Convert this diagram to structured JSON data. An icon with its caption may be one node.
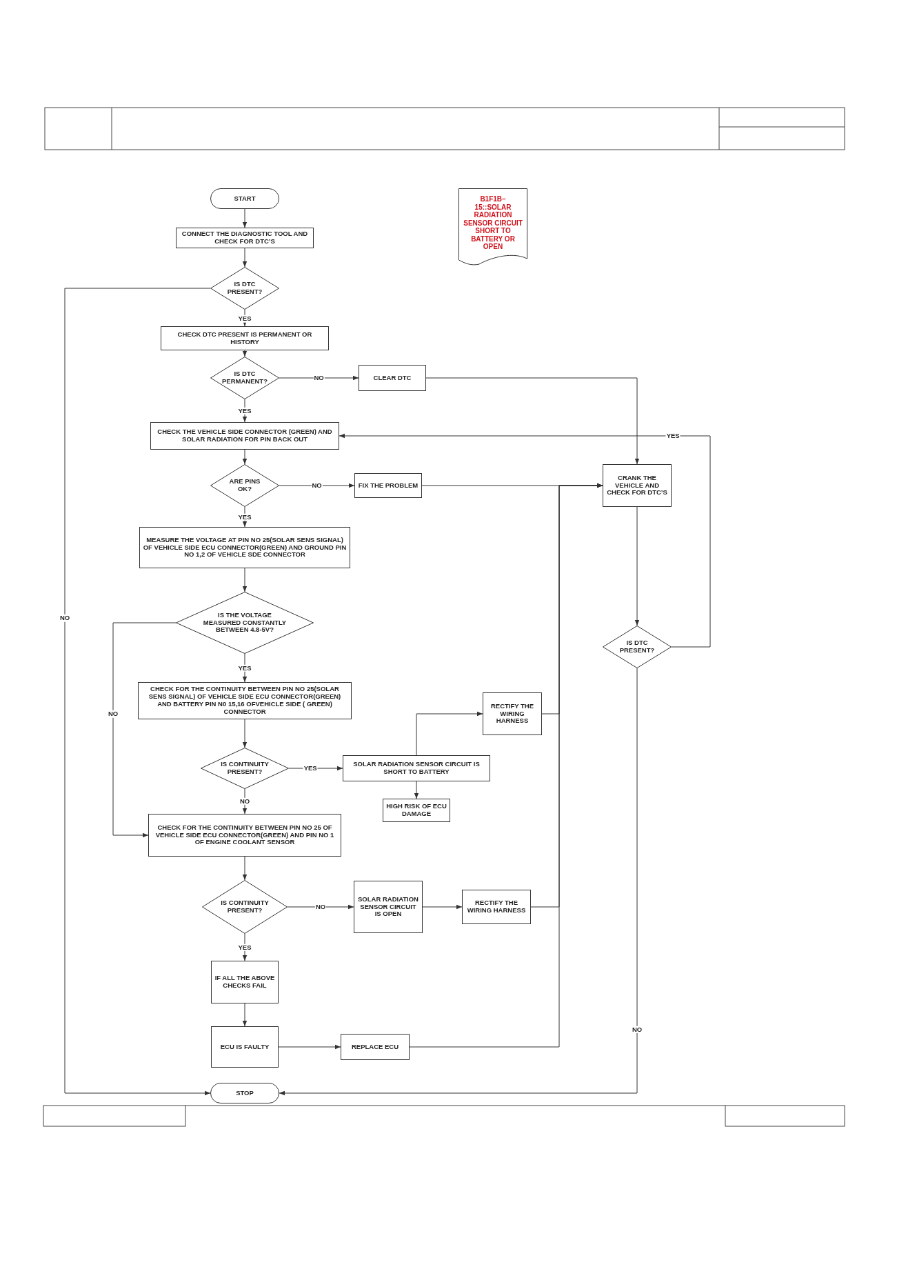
{
  "diagram": {
    "nodes": [
      {
        "text": [
          "START"
        ]
      },
      {
        "text": [
          "CONNECT THE DIAGNOSTIC TOOL AND CHECK FOR  DTC’S"
        ]
      },
      {
        "text": [
          "IS  DTC PRESENT?"
        ]
      },
      {
        "text": [
          "CHECK DTC  PRESENT IS PERMANENT OR HISTORY"
        ]
      },
      {
        "text": [
          "IS  DTC PERMANENT?"
        ]
      },
      {
        "text": [
          "CLEAR DTC"
        ]
      },
      {
        "text": [
          "CHECK THE VEHICLE SIDE CONNECTOR (GREEN) AND SOLAR RADIATION FOR PIN BACK OUT"
        ]
      },
      {
        "text": [
          "ARE PINS OK?"
        ]
      },
      {
        "text": [
          "FIX THE PROBLEM"
        ]
      },
      {
        "text": [
          "CRANK THE VEHICLE AND CHECK FOR DTC’S"
        ]
      },
      {
        "text": [
          "MEASURE THE VOLTAGE AT PIN NO 25(SOLAR SENS SIGNAL) OF VEHICLE  SIDE ECU CONNECTOR(GREEN) AND GROUND PIN NO 1,2 OF VEHICLE SDE CONNECTOR"
        ]
      },
      {
        "text": [
          "IS  THE VOLTAGE MEASURED CONSTANTLY BETWEEN 4.8-5V?"
        ]
      },
      {
        "text": [
          "IS  DTC PRESENT?"
        ]
      },
      {
        "text": [
          "CHECK FOR THE CONTINUITY BETWEEN PIN NO 25(SOLAR SENS SIGNAL) OF VEHICLE SIDE ECU CONNECTOR(GREEN) AND  BATTERY PIN N0 15,16 OFVEHICLE SIDE ( GREEN) CONNECTOR"
        ]
      },
      {
        "text": [
          "RECTIFY THE WIRING HARNESS"
        ]
      },
      {
        "text": [
          "IS CONTINUITY PRESENT?"
        ]
      },
      {
        "text": [
          "SOLAR RADIATION  SENSOR CIRCUIT IS SHORT TO BATTERY"
        ]
      },
      {
        "text": [
          "HIGH RISK OF ECU DAMAGE"
        ]
      },
      {
        "text": [
          "CHECK FOR THE CONTINUITY BETWEEN PIN NO 25 OF  VEHICLE SIDE ECU CONNECTOR(GREEN) AND PIN NO 1 OF ENGINE COOLANT SENSOR"
        ]
      },
      {
        "text": [
          "IS CONTINUITY PRESENT?"
        ]
      },
      {
        "text": [
          "SOLAR RADIATION SENSOR CIRCUIT  IS OPEN"
        ]
      },
      {
        "text": [
          "RECTIFY THE WIRING HARNESS"
        ]
      },
      {
        "text": [
          "IF ALL THE ABOVE CHECKS FAIL"
        ]
      },
      {
        "text": [
          "ECU IS FAULTY"
        ]
      },
      {
        "text": [
          "REPLACE ECU"
        ]
      },
      {
        "text": [
          "STOP"
        ]
      },
      {
        "text": [
          "B1F1B–15::SOLAR RADIATION SENSOR CIRCUIT SHORT TO BATTERY OR OPEN"
        ]
      }
    ],
    "edges": [
      {
        "from": 0,
        "to": 1,
        "arrow": "to"
      },
      {
        "from": 1,
        "to": 2,
        "arrow": "to"
      },
      {
        "from": 2,
        "to": 3,
        "arrow": "to",
        "label": "YES"
      },
      {
        "from": 2,
        "to": 25,
        "arrow": "to",
        "label": "NO"
      },
      {
        "from": 3,
        "to": 4,
        "arrow": "to"
      },
      {
        "from": 4,
        "to": 5,
        "arrow": "to",
        "label": "NO"
      },
      {
        "from": 4,
        "to": 6,
        "arrow": "to",
        "label": "YES"
      },
      {
        "from": 5,
        "to": 9,
        "arrow": "to"
      },
      {
        "from": 6,
        "to": 7,
        "arrow": "to"
      },
      {
        "from": 7,
        "to": 8,
        "arrow": "to",
        "label": "NO"
      },
      {
        "from": 7,
        "to": 10,
        "arrow": "to",
        "label": "YES"
      },
      {
        "from": 8,
        "to": 9,
        "arrow": "to"
      },
      {
        "from": 9,
        "to": 12,
        "arrow": "to"
      },
      {
        "from": 12,
        "to": 6,
        "arrow": "to",
        "label": "YES"
      },
      {
        "from": 12,
        "to": 25,
        "arrow": "to",
        "label": "NO"
      },
      {
        "from": 10,
        "to": 11,
        "arrow": "to"
      },
      {
        "from": 11,
        "to": 13,
        "arrow": "to",
        "label": "YES"
      },
      {
        "from": 11,
        "to": 18,
        "arrow": "to",
        "label": "NO"
      },
      {
        "from": 13,
        "to": 15,
        "arrow": "to"
      },
      {
        "from": 15,
        "to": 16,
        "arrow": "to",
        "label": "YES"
      },
      {
        "from": 16,
        "to": 14,
        "arrow": "to"
      },
      {
        "from": 16,
        "to": 17,
        "arrow": "to"
      },
      {
        "from": 15,
        "to": 18,
        "arrow": "to",
        "label": "NO"
      },
      {
        "from": 18,
        "to": 19,
        "arrow": "to"
      },
      {
        "from": 19,
        "to": 20,
        "arrow": "to",
        "label": "NO"
      },
      {
        "from": 20,
        "to": 21,
        "arrow": "to"
      },
      {
        "from": 19,
        "to": 22,
        "arrow": "to",
        "label": "YES"
      },
      {
        "from": 22,
        "to": 23,
        "arrow": "to"
      },
      {
        "from": 23,
        "to": 24,
        "arrow": "to"
      },
      {
        "from": 14,
        "to": 9,
        "arrow": "to"
      },
      {
        "from": 21,
        "to": 9,
        "arrow": "to"
      },
      {
        "from": 24,
        "to": 9,
        "arrow": "to"
      }
    ]
  }
}
